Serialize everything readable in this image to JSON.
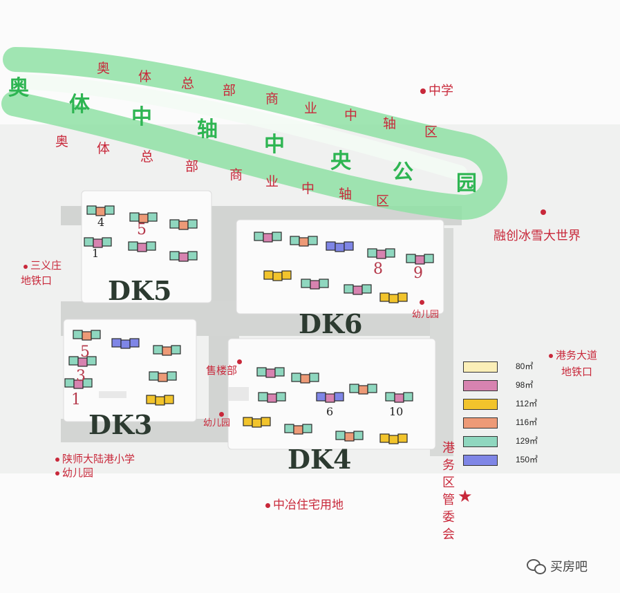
{
  "colors": {
    "green_band": "#8fe0a4",
    "green_text": "#2eb552",
    "label_red": "#c8283a",
    "zone_gray": "#e4e6e4",
    "unit_80": "#fbefb8",
    "unit_98": "#d783b0",
    "unit_112": "#f2c42c",
    "unit_116": "#ed9a77",
    "unit_129": "#8fd7bf",
    "unit_150": "#7f86e6"
  },
  "park": {
    "chars": [
      "奥",
      "体",
      "中",
      "轴",
      "中",
      "央",
      "公",
      "园"
    ]
  },
  "upper_district": {
    "chars": [
      "奥",
      "体",
      "总",
      "部",
      "商",
      "业",
      "中",
      "轴",
      "区"
    ]
  },
  "lower_district": {
    "chars": [
      "奥",
      "体",
      "总",
      "部",
      "商",
      "业",
      "中",
      "轴",
      "区"
    ]
  },
  "pois": {
    "middle_school": "中学",
    "ice_snow_world": "融创冰雪大世界",
    "sanyizhuang_l1": "三义庄",
    "sanyizhuang_l2": "地铁口",
    "kindergarten_dk6": "幼儿园",
    "gangwu_metro_l1": "港务大道",
    "gangwu_metro_l2": "地铁口",
    "sales_office": "售楼部",
    "kindergarten_dk4": "幼儿园",
    "school_l1": "陕师大陆港小学",
    "school_l2": "幼儿园",
    "zhongye_land": "中冶住宅用地",
    "port_admin": [
      "港",
      "务",
      "区",
      "管",
      "委",
      "会"
    ]
  },
  "zones": {
    "dk5": "DK5",
    "dk6": "DK6",
    "dk3": "DK3",
    "dk4": "DK4"
  },
  "buildings": {
    "dk5_4": "4",
    "dk5_5": "5",
    "dk5_1": "1",
    "dk6_8": "8",
    "dk6_9": "9",
    "dk3_5": "5",
    "dk3_3": "3",
    "dk3_1": "1",
    "dk4_6": "6",
    "dk4_10": "10"
  },
  "legend": [
    {
      "label": "80㎡",
      "color": "#fbefb8"
    },
    {
      "label": "98㎡",
      "color": "#d783b0"
    },
    {
      "label": "112㎡",
      "color": "#f2c42c"
    },
    {
      "label": "116㎡",
      "color": "#ed9a77"
    },
    {
      "label": "129㎡",
      "color": "#8fd7bf"
    },
    {
      "label": "150㎡",
      "color": "#7f86e6"
    }
  ],
  "watermark": {
    "text": "买房吧",
    "icon": "wechat-icon"
  }
}
